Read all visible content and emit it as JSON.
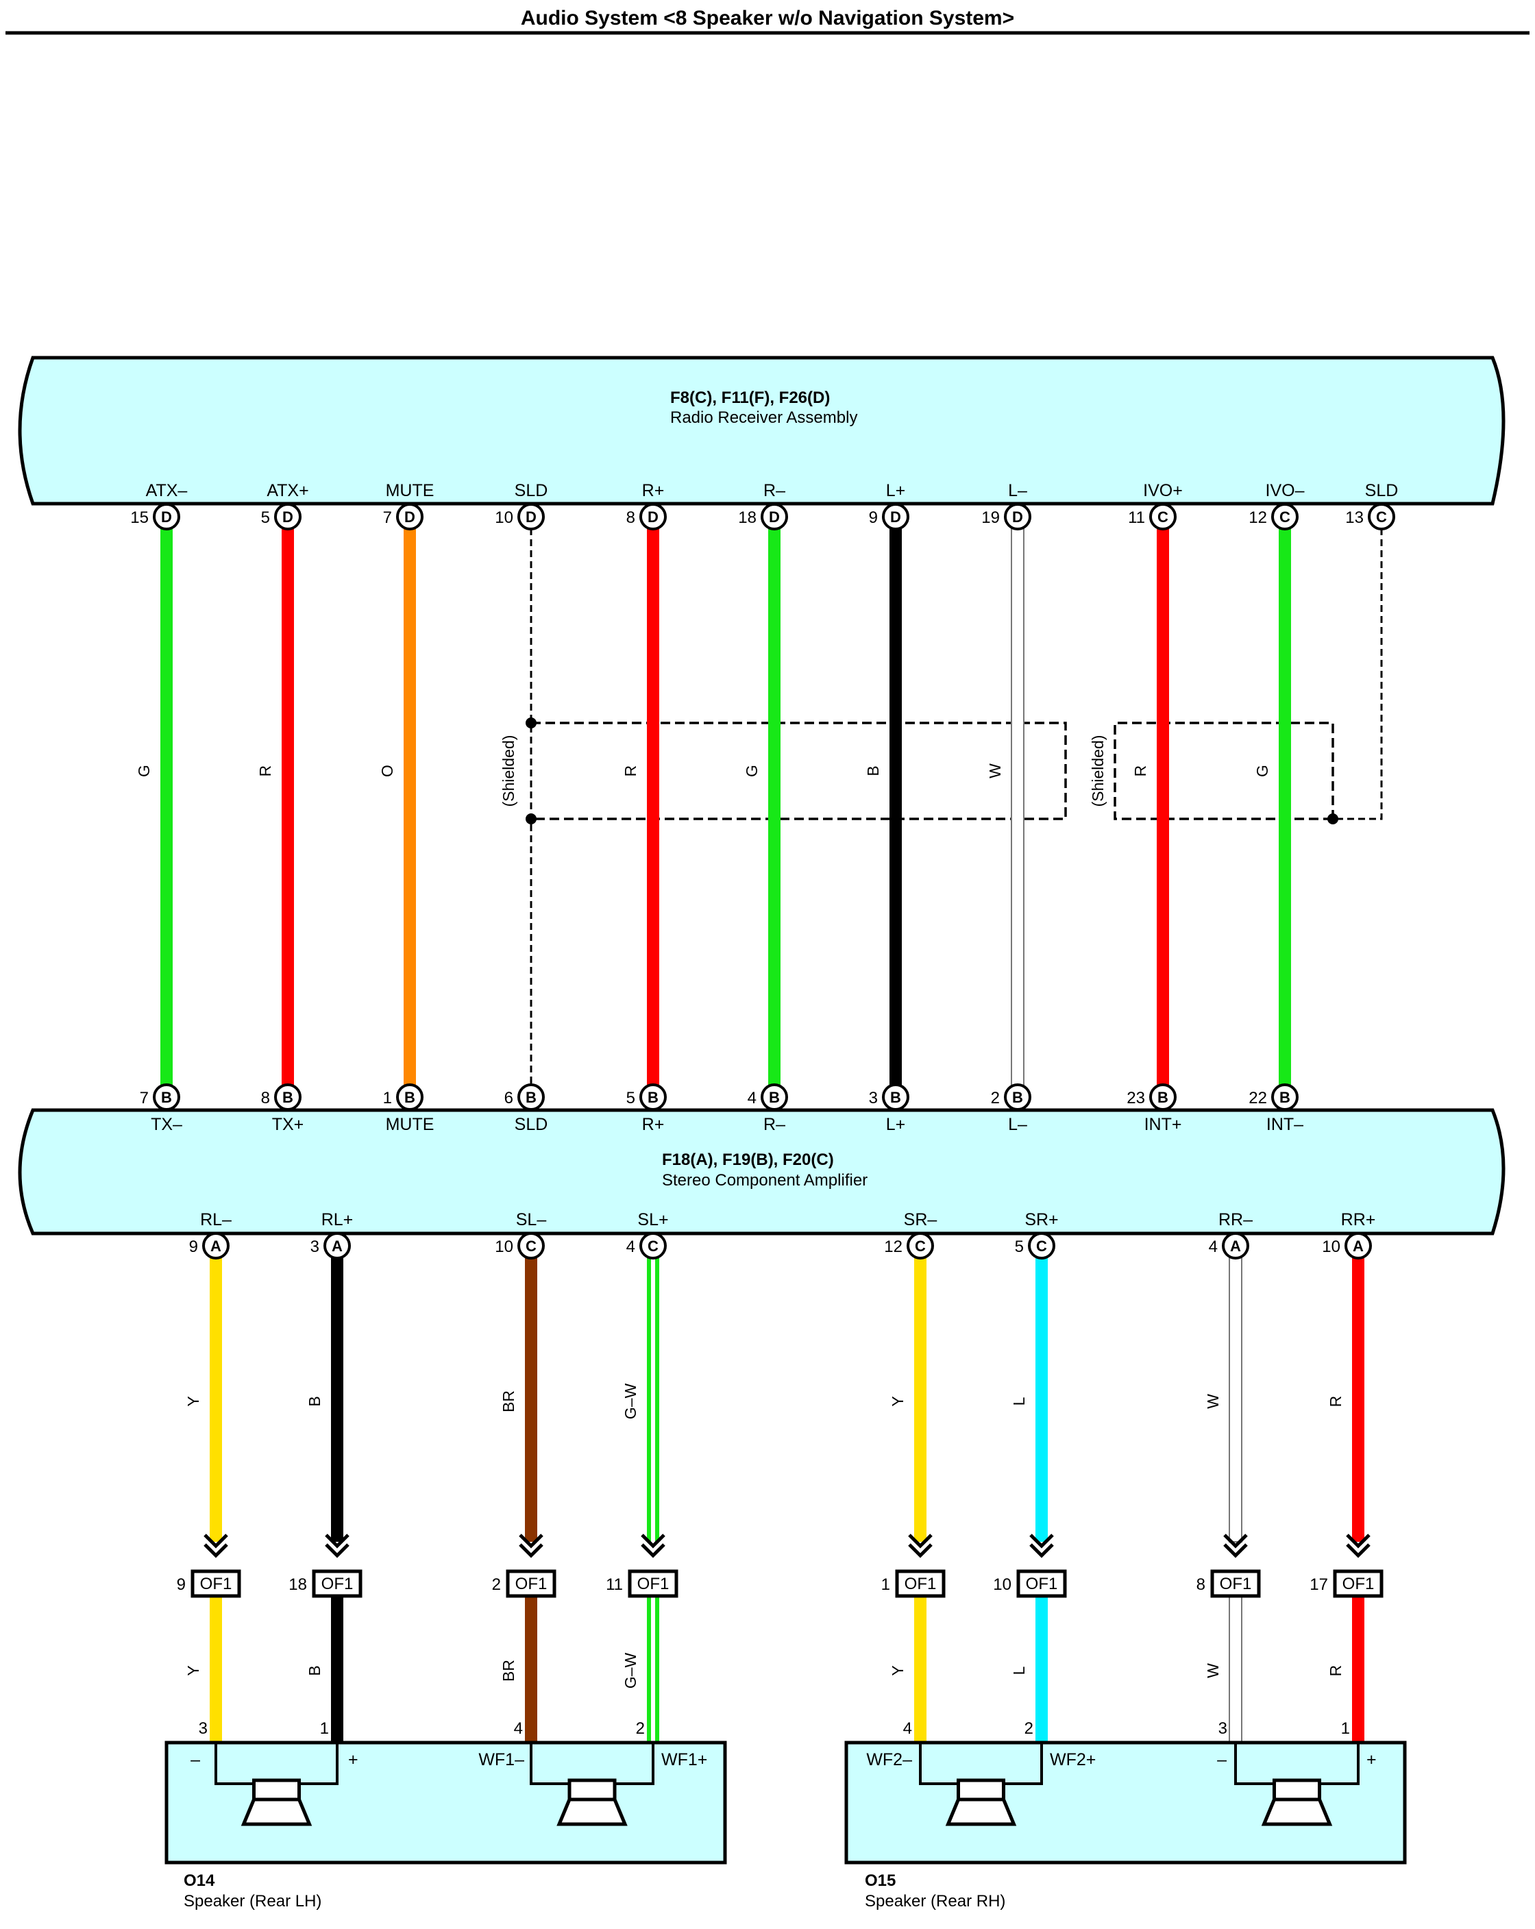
{
  "title": "Audio System <8 Speaker w/o Navigation System>",
  "colors": {
    "G": "#17e817",
    "R": "#ff0000",
    "O": "#ff8800",
    "B": "#000000",
    "W": "#ffffff",
    "Y": "#ffe000",
    "BR": "#8a3300",
    "L": "#00f0ff",
    "panel": "#ccffff"
  },
  "radio": {
    "connectors": "F8(C), F11(F), F26(D)",
    "name": "Radio Receiver Assembly",
    "pins": [
      {
        "signal": "ATX–",
        "pin": "15",
        "letter": "D"
      },
      {
        "signal": "ATX+",
        "pin": "5",
        "letter": "D"
      },
      {
        "signal": "MUTE",
        "pin": "7",
        "letter": "D"
      },
      {
        "signal": "SLD",
        "pin": "10",
        "letter": "D"
      },
      {
        "signal": "R+",
        "pin": "8",
        "letter": "D"
      },
      {
        "signal": "R–",
        "pin": "18",
        "letter": "D"
      },
      {
        "signal": "L+",
        "pin": "9",
        "letter": "D"
      },
      {
        "signal": "L–",
        "pin": "19",
        "letter": "D"
      },
      {
        "signal": "IVO+",
        "pin": "11",
        "letter": "C"
      },
      {
        "signal": "IVO–",
        "pin": "12",
        "letter": "C"
      },
      {
        "signal": "SLD",
        "pin": "13",
        "letter": "C"
      }
    ]
  },
  "wires_top": [
    {
      "color": "G",
      "label": "G"
    },
    {
      "color": "R",
      "label": "R"
    },
    {
      "color": "O",
      "label": "O"
    },
    {
      "color": "shield",
      "label": "(Shielded)"
    },
    {
      "color": "R",
      "label": "R"
    },
    {
      "color": "G",
      "label": "G"
    },
    {
      "color": "B",
      "label": "B"
    },
    {
      "color": "W",
      "label": "W"
    },
    {
      "color": "R",
      "label": "R"
    },
    {
      "color": "G",
      "label": "G"
    }
  ],
  "shield2_label": "(Shielded)",
  "amplifier": {
    "connectors": "F18(A), F19(B), F20(C)",
    "name": "Stereo Component Amplifier",
    "top_pins": [
      {
        "signal": "TX–",
        "pin": "7",
        "letter": "B"
      },
      {
        "signal": "TX+",
        "pin": "8",
        "letter": "B"
      },
      {
        "signal": "MUTE",
        "pin": "1",
        "letter": "B"
      },
      {
        "signal": "SLD",
        "pin": "6",
        "letter": "B"
      },
      {
        "signal": "R+",
        "pin": "5",
        "letter": "B"
      },
      {
        "signal": "R–",
        "pin": "4",
        "letter": "B"
      },
      {
        "signal": "L+",
        "pin": "3",
        "letter": "B"
      },
      {
        "signal": "L–",
        "pin": "2",
        "letter": "B"
      },
      {
        "signal": "INT+",
        "pin": "23",
        "letter": "B"
      },
      {
        "signal": "INT–",
        "pin": "22",
        "letter": "B"
      }
    ],
    "bottom_pins": [
      {
        "signal": "RL–",
        "pin": "9",
        "letter": "A"
      },
      {
        "signal": "RL+",
        "pin": "3",
        "letter": "A"
      },
      {
        "signal": "SL–",
        "pin": "10",
        "letter": "C"
      },
      {
        "signal": "SL+",
        "pin": "4",
        "letter": "C"
      },
      {
        "signal": "SR–",
        "pin": "12",
        "letter": "C"
      },
      {
        "signal": "SR+",
        "pin": "5",
        "letter": "C"
      },
      {
        "signal": "RR–",
        "pin": "4",
        "letter": "A"
      },
      {
        "signal": "RR+",
        "pin": "10",
        "letter": "A"
      }
    ]
  },
  "wires_bottom": [
    {
      "color": "Y",
      "label": "Y",
      "of_pin": "9",
      "spk_pin": "3"
    },
    {
      "color": "B",
      "label": "B",
      "of_pin": "18",
      "spk_pin": "1"
    },
    {
      "color": "BR",
      "label": "BR",
      "of_pin": "2",
      "spk_pin": "4"
    },
    {
      "color": "GW",
      "label": "G–W",
      "of_pin": "11",
      "spk_pin": "2"
    },
    {
      "color": "Y",
      "label": "Y",
      "of_pin": "1",
      "spk_pin": "4"
    },
    {
      "color": "L",
      "label": "L",
      "of_pin": "10",
      "spk_pin": "2"
    },
    {
      "color": "W",
      "label": "W",
      "of_pin": "8",
      "spk_pin": "3"
    },
    {
      "color": "R",
      "label": "R",
      "of_pin": "17",
      "spk_pin": "1"
    }
  ],
  "of_connector": "OF1",
  "speaker_lh": {
    "code": "O14",
    "name": "Speaker (Rear LH)",
    "terms": [
      "–",
      "+",
      "WF1–",
      "WF1+"
    ]
  },
  "speaker_rh": {
    "code": "O15",
    "name": "Speaker (Rear RH)",
    "terms": [
      "WF2–",
      "WF2+",
      "–",
      "+"
    ]
  }
}
